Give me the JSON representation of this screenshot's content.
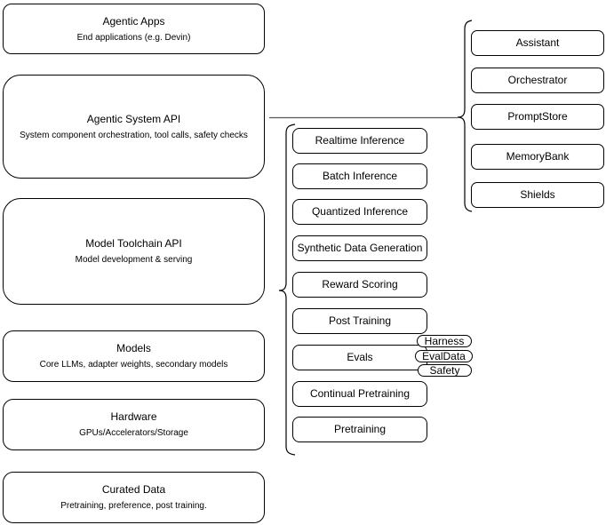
{
  "colors": {
    "stroke": "#000000",
    "connector": "#595959",
    "background": "#ffffff"
  },
  "left_stack": [
    {
      "title": "Agentic Apps",
      "subtitle": "End applications (e.g. Devin)"
    },
    {
      "title": "Agentic System API",
      "subtitle": "System component orchestration, tool calls, safety checks"
    },
    {
      "title": "Model Toolchain API",
      "subtitle": "Model development & serving"
    },
    {
      "title": "Models",
      "subtitle": "Core LLMs, adapter weights, secondary models"
    },
    {
      "title": "Hardware",
      "subtitle": "GPUs/Accelerators/Storage"
    },
    {
      "title": "Curated Data",
      "subtitle": "Pretraining, preference, post training."
    }
  ],
  "toolchain_services": [
    "Realtime Inference",
    "Batch Inference",
    "Quantized Inference",
    "Synthetic Data Generation",
    "Reward Scoring",
    "Post Training",
    "Evals",
    "Continual Pretraining",
    "Pretraining"
  ],
  "eval_tags": [
    "Harness",
    "EvalData",
    "Safety"
  ],
  "system_components": [
    "Assistant",
    "Orchestrator",
    "PromptStore",
    "MemoryBank",
    "Shields"
  ]
}
